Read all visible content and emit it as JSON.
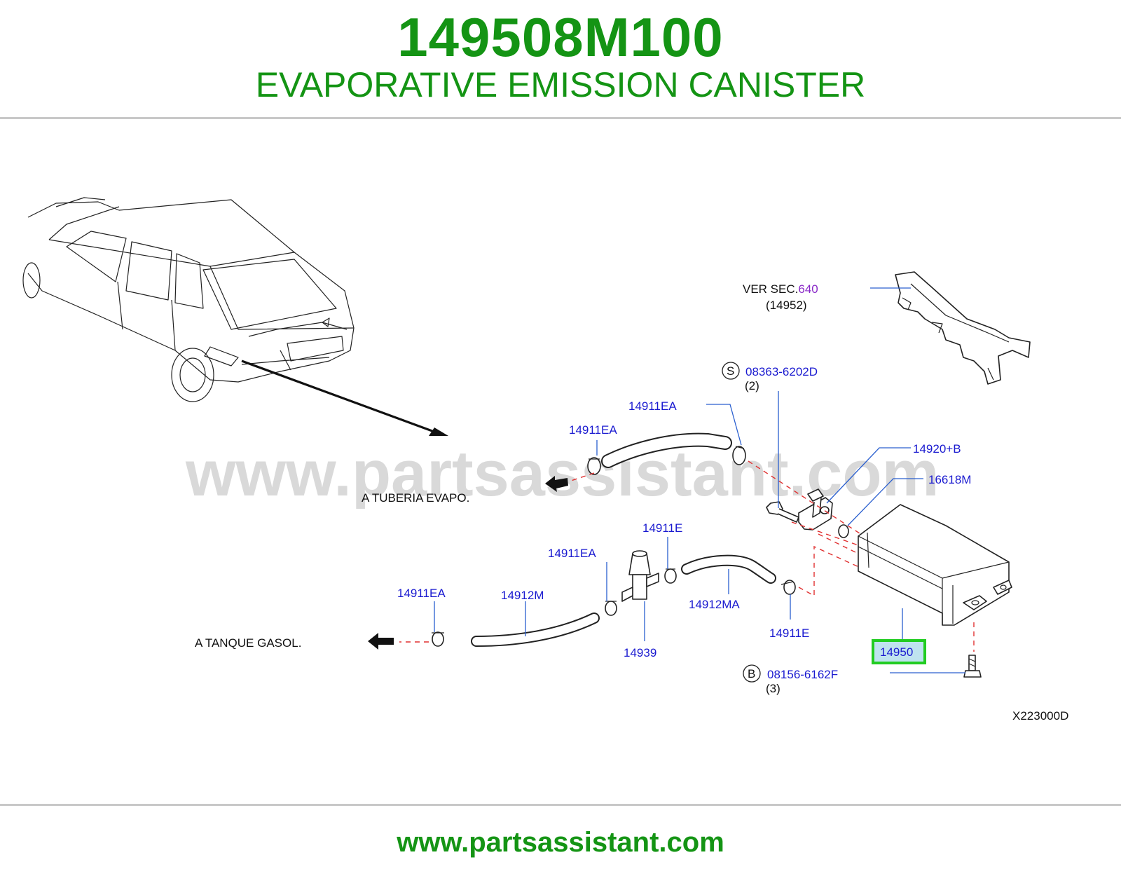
{
  "header": {
    "part_number": "149508M100",
    "part_name": "EVAPORATIVE EMISSION CANISTER"
  },
  "diagram": {
    "watermark": "www.partsassistant.com",
    "ref_section": {
      "prefix": "VER  SEC.",
      "section": "640",
      "part": "(14952)"
    },
    "screw": {
      "circle_letter": "S",
      "code": "08363-6202D",
      "qty": "(2)"
    },
    "bolt": {
      "circle_letter": "B",
      "code": "08156-6162F",
      "qty": "(3)"
    },
    "labels": {
      "clamp_top_right": "14911EA",
      "clamp_top_left": "14911EA",
      "connector": "14920+B",
      "o_ring": "16618M",
      "clamp_mid_right": "14911E",
      "clamp_mid_left": "14911EA",
      "clamp_bottom_left": "14911EA",
      "hose_long": "14912M",
      "hose_short": "14912MA",
      "clamp_low": "14911E",
      "valve": "14939",
      "canister": "14950"
    },
    "to_evap_pipe": "A  TUBERIA  EVAPO.",
    "to_fuel_tank": "A  TANQUE  GASOL.",
    "diagram_code": "X223000D",
    "highlight_color": "#22cc22",
    "label_color": "#1a1ad0"
  },
  "footer": {
    "url": "www.partsassistant.com"
  }
}
